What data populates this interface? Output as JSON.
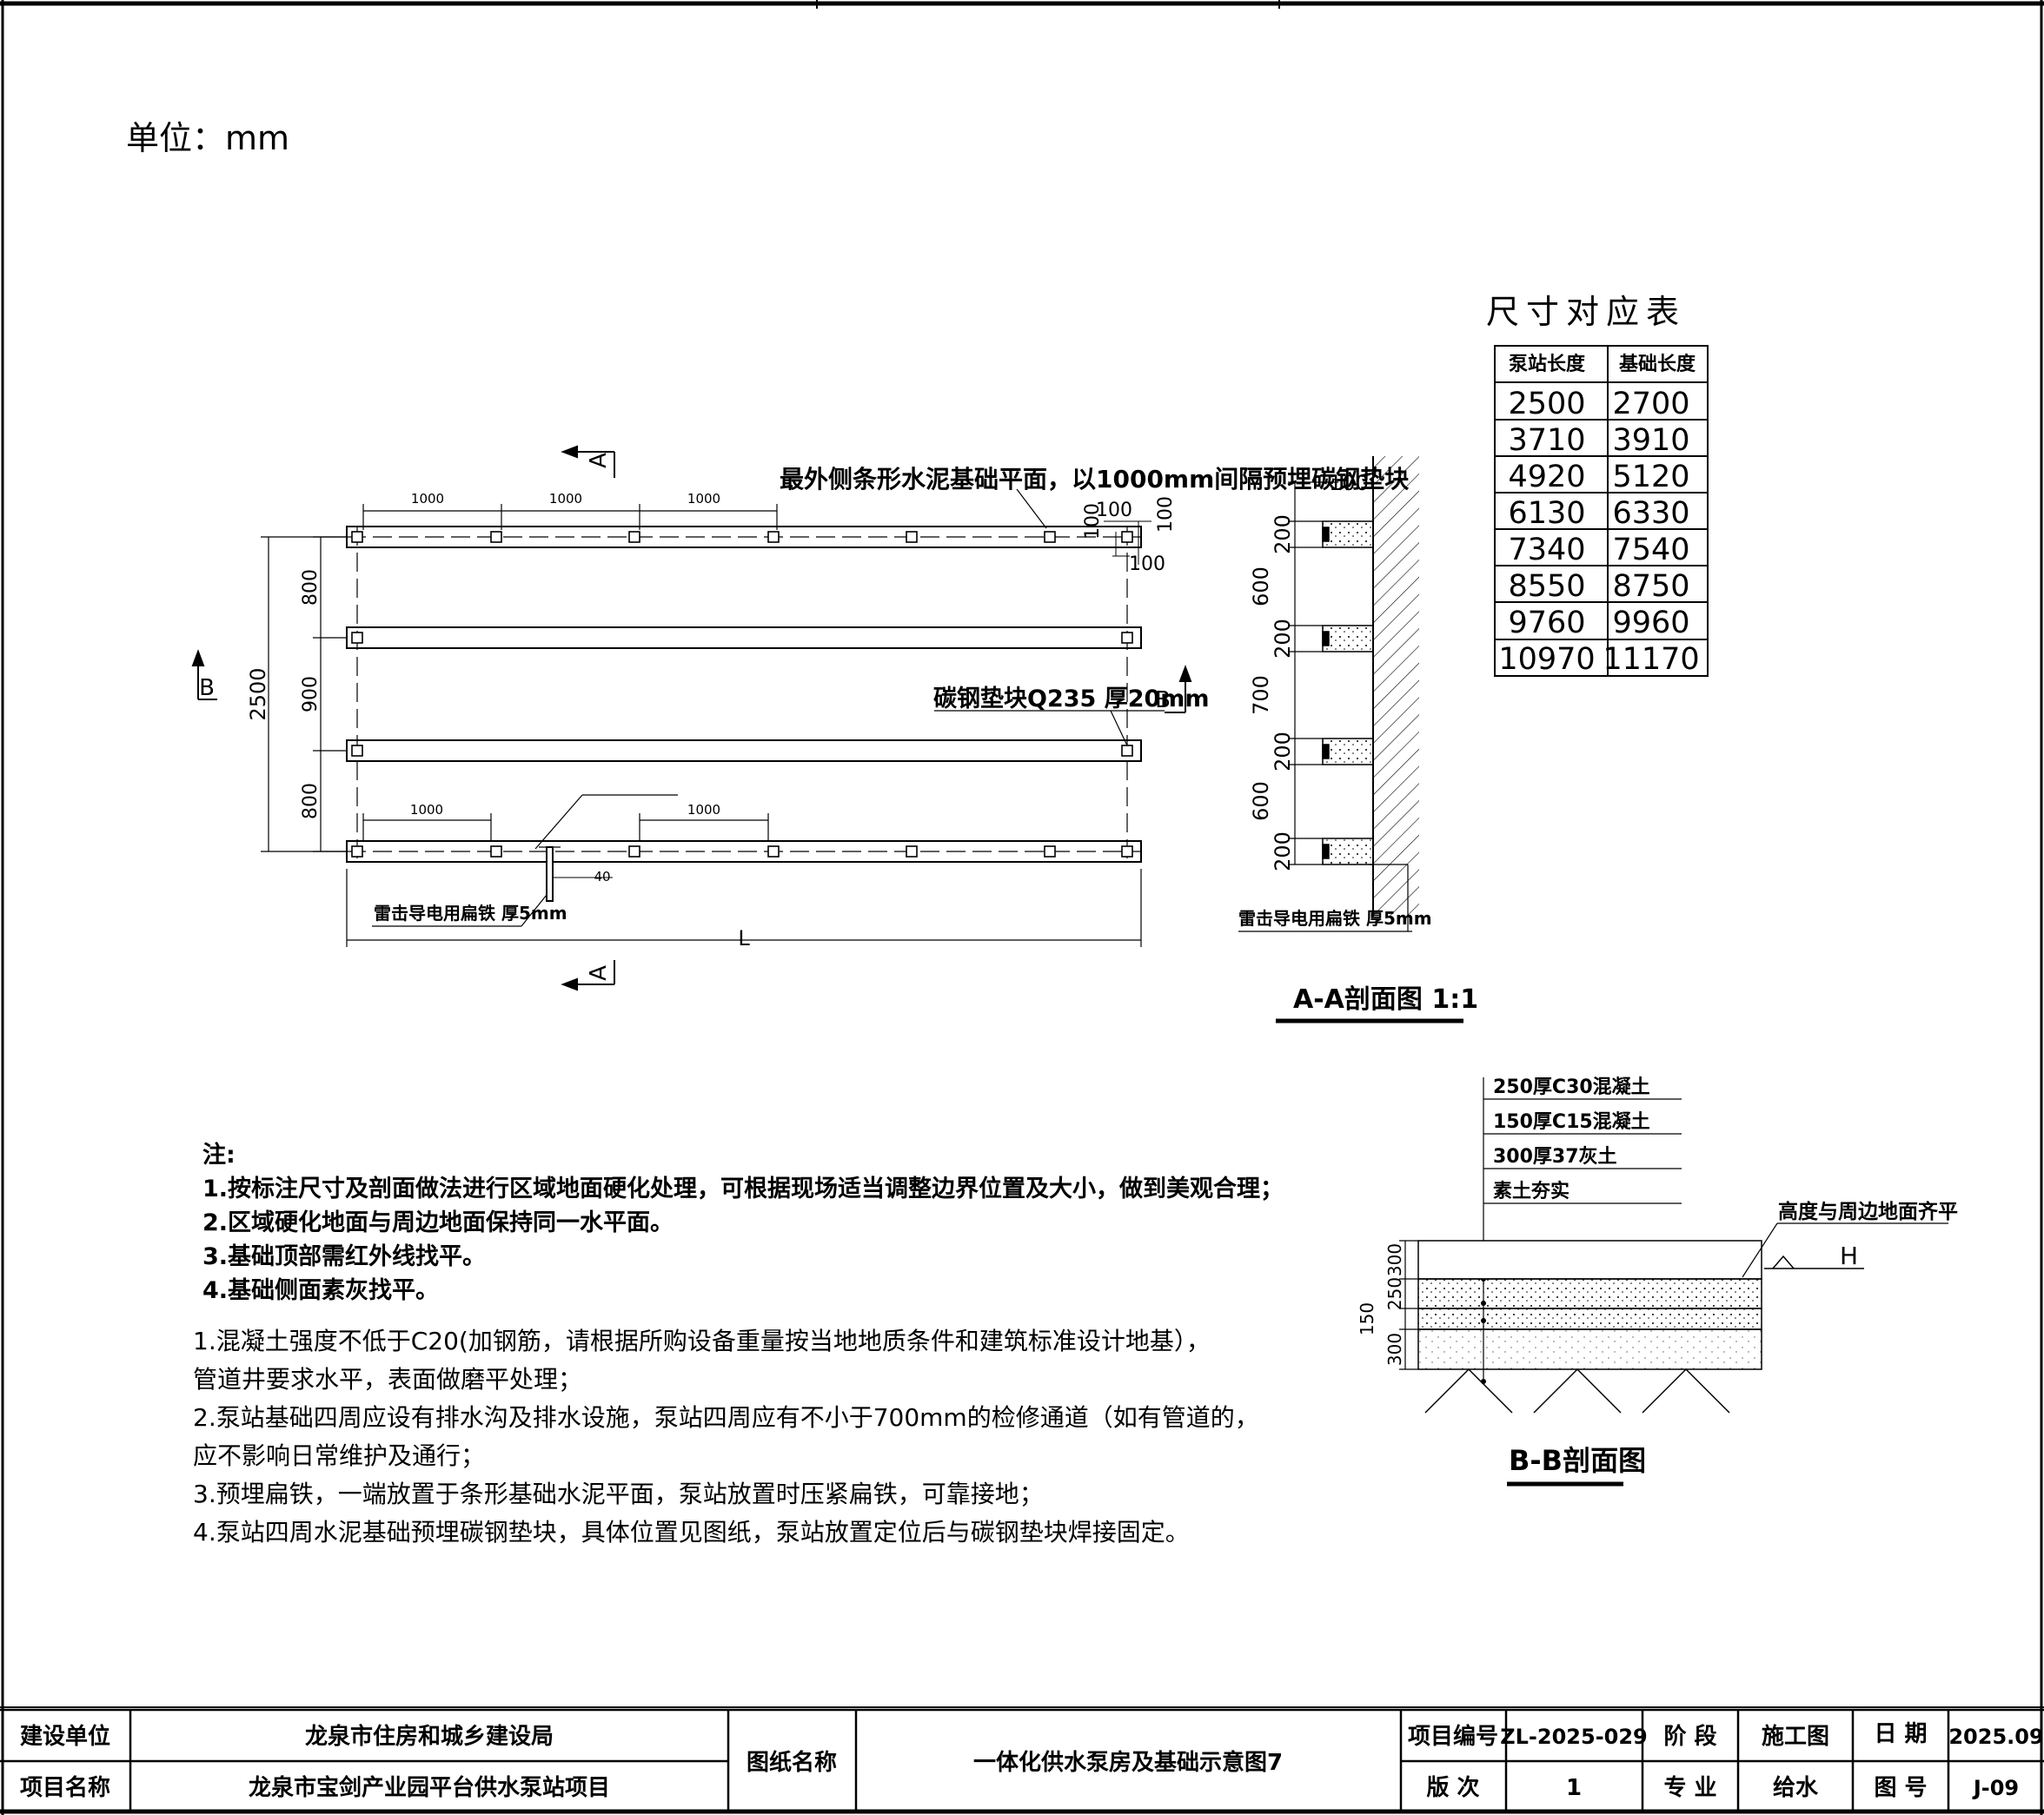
{
  "unit_label": "单位：mm",
  "table": {
    "title": "尺寸对应表",
    "headers": [
      "泵站长度",
      "基础长度"
    ],
    "rows": [
      [
        "2500",
        "2700"
      ],
      [
        "3710",
        "3910"
      ],
      [
        "4920",
        "5120"
      ],
      [
        "6130",
        "6330"
      ],
      [
        "7340",
        "7540"
      ],
      [
        "8550",
        "8750"
      ],
      [
        "9760",
        "9960"
      ],
      [
        "10970",
        "11170"
      ]
    ]
  },
  "plan": {
    "top_note": "最外侧条形水泥基础平面，以1000mm间隔预埋碳钢垫块",
    "pad_note": "碳钢垫块Q235 厚20mm",
    "flat_iron_note": "雷击导电用扁铁  厚5mm",
    "spacing_label": "1000",
    "dim_100": "100",
    "dim_800": "800",
    "dim_900": "900",
    "dim_2500": "2500",
    "dim_40": "40",
    "length_label": "L",
    "section_a": "A",
    "section_b": "B"
  },
  "section_aa": {
    "title": "A-A剖面图 1:1",
    "dims": [
      "100",
      "200",
      "600",
      "200",
      "700",
      "200",
      "600",
      "200"
    ],
    "flat_iron_note": "雷击导电用扁铁  厚5mm"
  },
  "section_bb": {
    "title": "B-B剖面图",
    "layers": [
      "250厚C30混凝土",
      "150厚C15混凝土",
      "300厚37灰土",
      "素土夯实"
    ],
    "level_note": "高度与周边地面齐平",
    "level_mark": "H",
    "dims": [
      "300",
      "250",
      "150",
      "300"
    ]
  },
  "notes_a": {
    "heading": "注:",
    "items": [
      "1.按标注尺寸及剖面做法进行区域地面硬化处理，可根据现场适当调整边界位置及大小，做到美观合理；",
      "2.区域硬化地面与周边地面保持同一水平面。",
      "3.基础顶部需红外线找平。",
      "4.基础侧面素灰找平。"
    ]
  },
  "notes_b": [
    "1.混凝土强度不低于C20(加钢筋，请根据所购设备重量按当地地质条件和建筑标准设计地基），",
    "管道井要求水平，表面做磨平处理；",
    "2.泵站基础四周应设有排水沟及排水设施，泵站四周应有不小于700mm的检修通道（如有管道的，",
    "应不影响日常维护及通行；",
    "3.预埋扁铁，一端放置于条形基础水泥平面，泵站放置时压紧扁铁，可靠接地；",
    "4.泵站四周水泥基础预埋碳钢垫块，具体位置见图纸，泵站放置定位后与碳钢垫块焊接固定。"
  ],
  "title_block": {
    "build_unit_label": "建设单位",
    "build_unit": "龙泉市住房和城乡建设局",
    "project_label": "项目名称",
    "project": "龙泉市宝剑产业园平台供水泵站项目",
    "drawing_name_label": "图纸名称",
    "drawing_name": "一体化供水泵房及基础示意图7",
    "project_no_label": "项目编号",
    "project_no": "ZL-2025-029",
    "stage_label": "阶  段",
    "stage": "施工图",
    "date_label": "日  期",
    "date": "2025.09",
    "version_label": "版  次",
    "version": "1",
    "discipline_label": "专  业",
    "discipline": "给水",
    "drawing_no_label": "图  号",
    "drawing_no": "J-09"
  }
}
